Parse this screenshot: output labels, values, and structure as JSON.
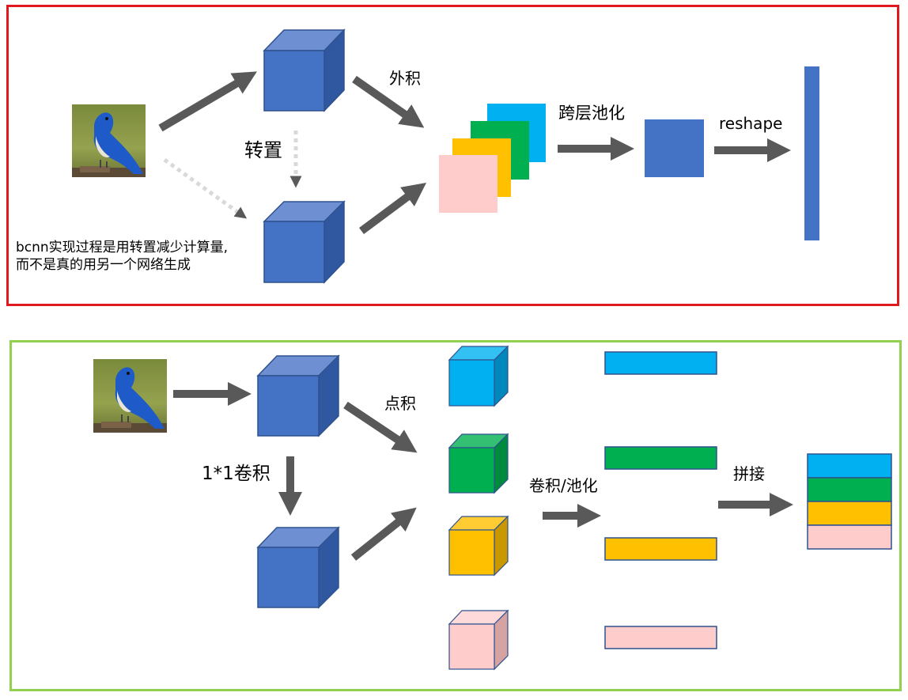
{
  "top_panel": {
    "labels": {
      "outer_product": "外积",
      "transpose": "转置",
      "cross_layer_pooling": "跨层池化",
      "reshape": "reshape"
    },
    "note_lines": [
      "bcnn实现过程是用转置减少计算量,",
      "而不是真的用另一个网络生成"
    ]
  },
  "bottom_panel": {
    "labels": {
      "dot_product": "点积",
      "conv1x1": "1*1卷积",
      "conv_pool": "卷积/池化",
      "concat": "拼接"
    }
  },
  "colors": {
    "top_border": "#e0181f",
    "bottom_border": "#92d050",
    "cube_blue": "#4472c4",
    "arrow_gray": "#595959",
    "dotted_gray": "#d9d9d9",
    "cyan": "#00b0f0",
    "green": "#00b050",
    "yellow": "#ffc000",
    "pink": "#ffcccc"
  }
}
